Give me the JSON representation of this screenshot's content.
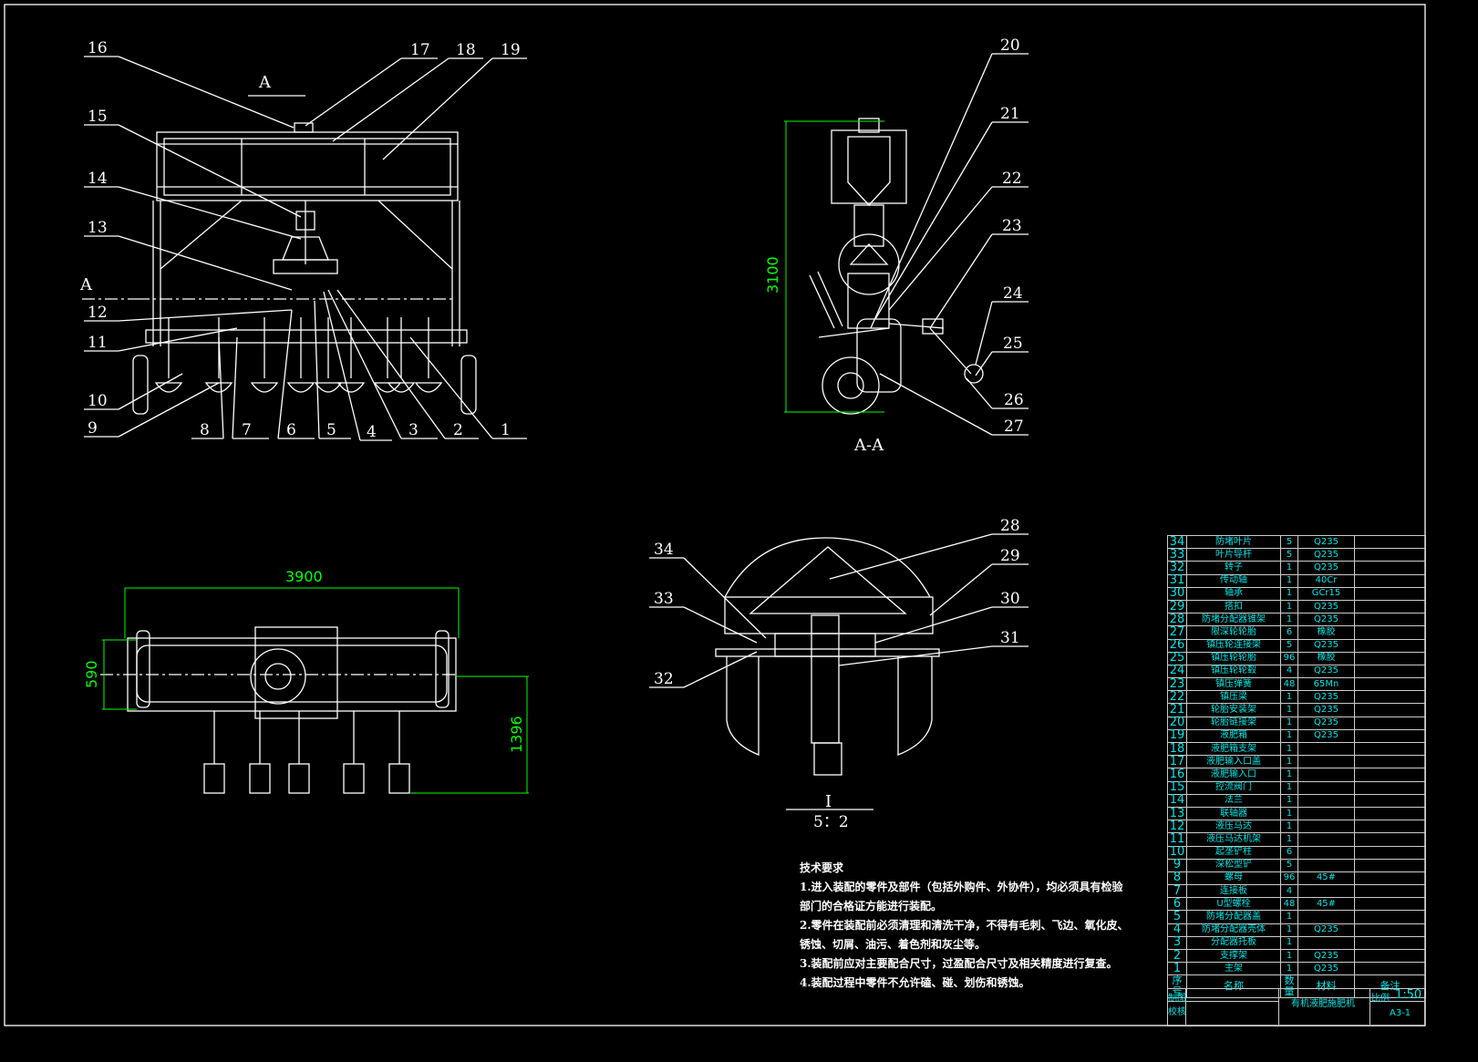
{
  "front_view": {
    "labels": [
      "1",
      "2",
      "3",
      "4",
      "5",
      "6",
      "7",
      "8",
      "9",
      "10",
      "11",
      "12",
      "13",
      "14",
      "15",
      "16",
      "17",
      "18",
      "19"
    ],
    "section_mark_top": "A",
    "section_mark_left": "A"
  },
  "section_view": {
    "labels": [
      "20",
      "21",
      "22",
      "23",
      "24",
      "25",
      "26",
      "27"
    ],
    "height_dim": "3100",
    "title": "A-A"
  },
  "top_view": {
    "width_dim": "3900",
    "depth_dim": "590",
    "length_dim": "1396"
  },
  "detail_view": {
    "labels": [
      "28",
      "29",
      "30",
      "31",
      "32",
      "33",
      "34"
    ],
    "title": "I",
    "scale": "5：2"
  },
  "requirements": {
    "title": "技术要求",
    "lines": [
      "1.进入装配的零件及部件（包括外购件、外协件），均必须具有检验",
      "部门的合格证方能进行装配。",
      "2.零件在装配前必须清理和清洗干净，不得有毛刺、飞边、氧化皮、",
      "锈蚀、切屑、油污、着色剂和灰尘等。",
      "3.装配前应对主要配合尺寸，过盈配合尺寸及相关精度进行复查。",
      "4.装配过程中零件不允许磕、碰、划伤和锈蚀。"
    ]
  },
  "bom": {
    "rows": [
      {
        "no": "34",
        "name": "防堵叶片",
        "qty": "5",
        "material": "Q235"
      },
      {
        "no": "33",
        "name": "叶片导杆",
        "qty": "5",
        "material": "Q235"
      },
      {
        "no": "32",
        "name": "转子",
        "qty": "1",
        "material": "Q235"
      },
      {
        "no": "31",
        "name": "传动轴",
        "qty": "1",
        "material": "40Cr"
      },
      {
        "no": "30",
        "name": "轴承",
        "qty": "1",
        "material": "GCr15"
      },
      {
        "no": "29",
        "name": "搭扣",
        "qty": "1",
        "material": "Q235"
      },
      {
        "no": "28",
        "name": "防堵分配器锥架",
        "qty": "1",
        "material": "Q235"
      },
      {
        "no": "27",
        "name": "限深轮轮胎",
        "qty": "6",
        "material": "橡胶"
      },
      {
        "no": "26",
        "name": "镇压轮连接架",
        "qty": "5",
        "material": "Q235"
      },
      {
        "no": "25",
        "name": "镇压轮轮胎",
        "qty": "96",
        "material": "橡胶"
      },
      {
        "no": "24",
        "name": "镇压轮轮毂",
        "qty": "4",
        "material": "Q235"
      },
      {
        "no": "23",
        "name": "镇压弹簧",
        "qty": "48",
        "material": "65Mn"
      },
      {
        "no": "22",
        "name": "镇压梁",
        "qty": "1",
        "material": "Q235"
      },
      {
        "no": "21",
        "name": "轮胎安装架",
        "qty": "1",
        "material": "Q235"
      },
      {
        "no": "20",
        "name": "轮胎链接架",
        "qty": "1",
        "material": "Q235"
      },
      {
        "no": "19",
        "name": "液肥箱",
        "qty": "1",
        "material": "Q235"
      },
      {
        "no": "18",
        "name": "液肥箱支架",
        "qty": "1",
        "material": ""
      },
      {
        "no": "17",
        "name": "液肥输入口盖",
        "qty": "1",
        "material": ""
      },
      {
        "no": "16",
        "name": "液肥输入口",
        "qty": "1",
        "material": ""
      },
      {
        "no": "15",
        "name": "控流阀门",
        "qty": "1",
        "material": ""
      },
      {
        "no": "14",
        "name": "法兰",
        "qty": "1",
        "material": ""
      },
      {
        "no": "13",
        "name": "联轴器",
        "qty": "1",
        "material": ""
      },
      {
        "no": "12",
        "name": "液压马达",
        "qty": "1",
        "material": ""
      },
      {
        "no": "11",
        "name": "液压马达机架",
        "qty": "1",
        "material": ""
      },
      {
        "no": "10",
        "name": "起垄铲柱",
        "qty": "6",
        "material": ""
      },
      {
        "no": "9",
        "name": "深松型铲",
        "qty": "5",
        "material": ""
      },
      {
        "no": "8",
        "name": "螺母",
        "qty": "96",
        "material": "45#"
      },
      {
        "no": "7",
        "name": "连接板",
        "qty": "4",
        "material": ""
      },
      {
        "no": "6",
        "name": "U型螺栓",
        "qty": "48",
        "material": "45#"
      },
      {
        "no": "5",
        "name": "防堵分配器盖",
        "qty": "1",
        "material": ""
      },
      {
        "no": "4",
        "name": "防堵分配器壳体",
        "qty": "1",
        "material": "Q235"
      },
      {
        "no": "3",
        "name": "分配器托板",
        "qty": "1",
        "material": ""
      },
      {
        "no": "2",
        "name": "支撑架",
        "qty": "1",
        "material": "Q235"
      },
      {
        "no": "1",
        "name": "主架",
        "qty": "1",
        "material": "Q235"
      }
    ],
    "header": {
      "no": "序号",
      "name": "名称",
      "qty": "数量",
      "material": "材料",
      "remark": "备注"
    }
  },
  "title_block": {
    "drawn": "制图",
    "checked": "校核",
    "drawing_name": "有机液肥施肥机",
    "scale_label": "比例",
    "scale": "1:50",
    "sheet": "A3-1"
  },
  "colors": {
    "line": "#ffffff",
    "dimension": "#00ff00",
    "table_text": "#00e5e5"
  }
}
